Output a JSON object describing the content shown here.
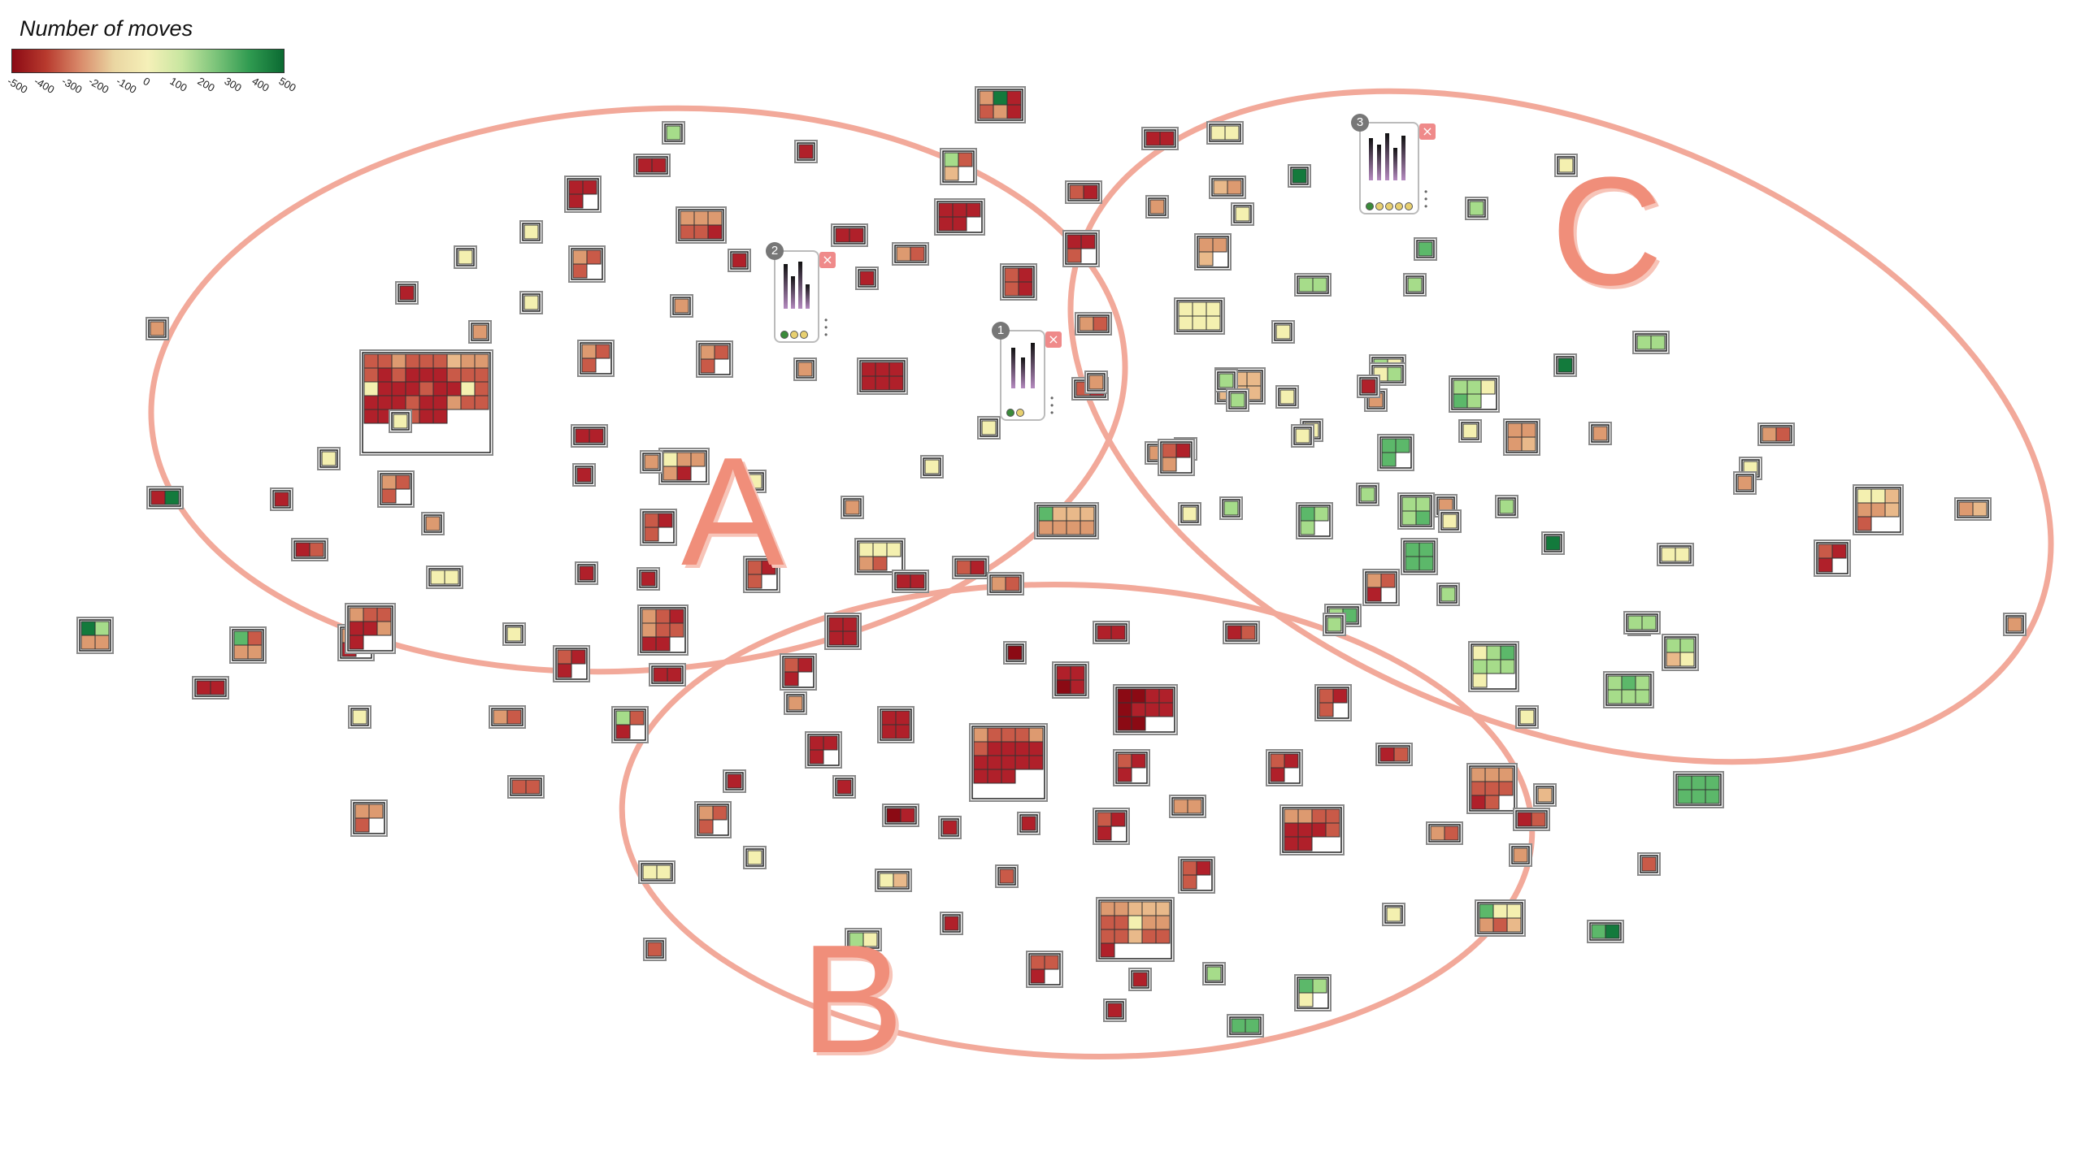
{
  "legend": {
    "title": "Number of moves",
    "ticks": [
      "-500",
      "-400",
      "-300",
      "-200",
      "-100",
      "0",
      "100",
      "200",
      "300",
      "400",
      "500"
    ],
    "colors": [
      "#8b0a14",
      "#b83a2e",
      "#d98a6a",
      "#ead6a2",
      "#f5f0b8",
      "#c8e6a0",
      "#7cc47a",
      "#2f9a50",
      "#0b6a32"
    ]
  },
  "regions": [
    {
      "label": "A",
      "stroke": "#f2a99a"
    },
    {
      "label": "B",
      "stroke": "#f2a99a"
    },
    {
      "label": "C",
      "stroke": "#f2a99a"
    }
  ],
  "panels": [
    {
      "badge": "2",
      "close": "×"
    },
    {
      "badge": "1",
      "close": "×"
    },
    {
      "badge": "3",
      "close": "×"
    }
  ],
  "palette": {
    "dr": "#8b0a14",
    "r": "#b0202a",
    "mr": "#c95a48",
    "o": "#dd9a70",
    "t": "#e9b98a",
    "y": "#f4f0b0",
    "lg": "#a6dc8a",
    "g": "#5cb86a",
    "dg": "#137a3c"
  }
}
